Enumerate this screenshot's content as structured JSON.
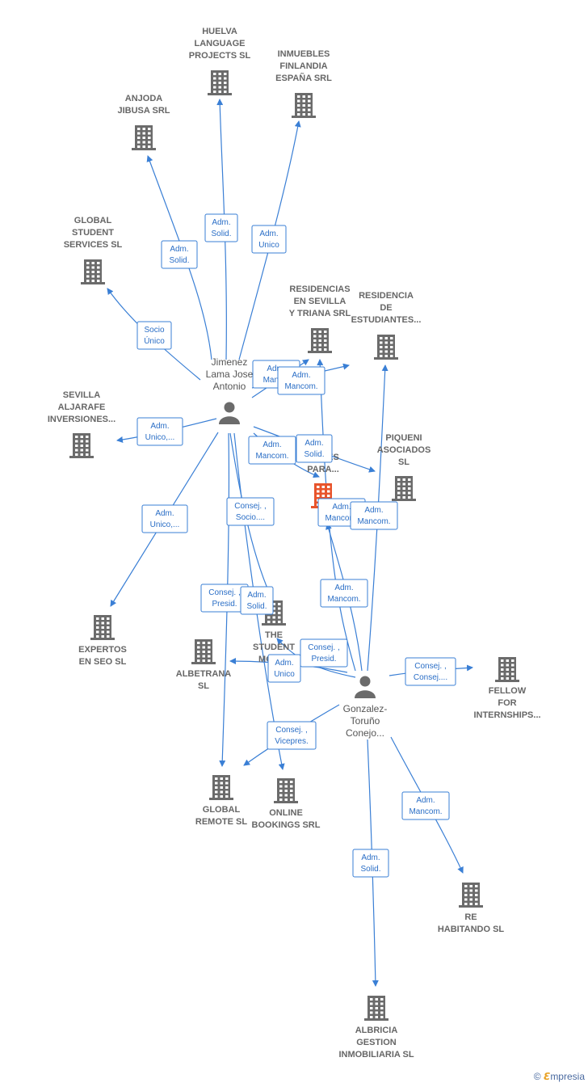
{
  "companies": [
    {
      "id": "huelva",
      "lines": [
        "HUELVA",
        "LANGUAGE",
        "PROJECTS  SL"
      ],
      "highlight": false
    },
    {
      "id": "inmuebles",
      "lines": [
        "INMUEBLES",
        "FINLANDIA",
        "ESPAÑA SRL"
      ],
      "highlight": false
    },
    {
      "id": "anjoda",
      "lines": [
        "ANJODA",
        "JIBUSA SRL"
      ],
      "highlight": false
    },
    {
      "id": "global_student",
      "lines": [
        "GLOBAL",
        "STUDENT",
        "SERVICES SL"
      ],
      "highlight": false
    },
    {
      "id": "residencias_sevilla",
      "lines": [
        "RESIDENCIAS",
        "EN SEVILLA",
        "Y TRIANA SRL"
      ],
      "highlight": false
    },
    {
      "id": "residencia_estudiantes",
      "lines": [
        "RESIDENCIA",
        "DE",
        "ESTUDIANTES..."
      ],
      "highlight": false
    },
    {
      "id": "sevilla_aljarafe",
      "lines": [
        "SEVILLA",
        "ALJARAFE",
        "INVERSIONES..."
      ],
      "highlight": false
    },
    {
      "id": "piqueni",
      "lines": [
        "PIQUENI",
        "ASOCIADOS",
        "SL"
      ],
      "highlight": false
    },
    {
      "id": "main",
      "lines": [
        "...S",
        "...ADES",
        "PARA..."
      ],
      "highlight": true
    },
    {
      "id": "expertos",
      "lines": [
        "EXPERTOS",
        "EN SEO  SL"
      ],
      "highlight": false
    },
    {
      "id": "albetrana",
      "lines": [
        "ALBETRANA",
        "SL"
      ],
      "highlight": false
    },
    {
      "id": "the_student",
      "lines": [
        "THE",
        "STUDENT",
        "MOBI..."
      ],
      "highlight": false
    },
    {
      "id": "fellow",
      "lines": [
        "FELLOW",
        "FOR",
        "INTERNSHIPS..."
      ],
      "highlight": false
    },
    {
      "id": "global_remote",
      "lines": [
        "GLOBAL",
        "REMOTE  SL"
      ],
      "highlight": false
    },
    {
      "id": "online_bookings",
      "lines": [
        "ONLINE",
        "BOOKINGS SRL"
      ],
      "highlight": false
    },
    {
      "id": "re_habitando",
      "lines": [
        "RE",
        "HABITANDO SL"
      ],
      "highlight": false
    },
    {
      "id": "albricia",
      "lines": [
        "ALBRICIA",
        "GESTION",
        "INMOBILIARIA SL"
      ],
      "highlight": false
    }
  ],
  "persons": [
    {
      "id": "jimenez",
      "lines": [
        "Jimenez",
        "Lama Jose",
        "Antonio"
      ]
    },
    {
      "id": "gonzalez",
      "lines": [
        "Gonzalez-",
        "Toruño",
        "Conejo..."
      ]
    }
  ],
  "relations": [
    {
      "id": "r1",
      "lines": [
        "Adm.",
        "Solid."
      ]
    },
    {
      "id": "r2",
      "lines": [
        "Adm.",
        "Unico"
      ]
    },
    {
      "id": "r3",
      "lines": [
        "Adm.",
        "Solid."
      ]
    },
    {
      "id": "r4",
      "lines": [
        "Socio",
        "Único"
      ]
    },
    {
      "id": "r5",
      "lines": [
        "Adm.",
        "Manc..."
      ]
    },
    {
      "id": "r6",
      "lines": [
        "Adm.",
        "Mancom."
      ]
    },
    {
      "id": "r7",
      "lines": [
        "Adm.",
        "Unico,..."
      ]
    },
    {
      "id": "r8",
      "lines": [
        "Adm.",
        "Mancom."
      ]
    },
    {
      "id": "r9",
      "lines": [
        "Adm.",
        "Solid."
      ]
    },
    {
      "id": "r10",
      "lines": [
        "Adm.",
        "Unico,..."
      ]
    },
    {
      "id": "r11",
      "lines": [
        "Consej. ,",
        "Socio...."
      ]
    },
    {
      "id": "r12",
      "lines": [
        "Adm.",
        "Mancom."
      ]
    },
    {
      "id": "r13",
      "lines": [
        "Adm.",
        "Mancom."
      ]
    },
    {
      "id": "r14",
      "lines": [
        "Adm.",
        "Mancom."
      ]
    },
    {
      "id": "r15",
      "lines": [
        "Consej. ,",
        "Presid."
      ]
    },
    {
      "id": "r16",
      "lines": [
        "Adm.",
        "Solid."
      ]
    },
    {
      "id": "r17",
      "lines": [
        "Consej. ,",
        "Presid."
      ]
    },
    {
      "id": "r18",
      "lines": [
        "Adm.",
        "Unico"
      ]
    },
    {
      "id": "r19",
      "lines": [
        "Consej. ,",
        "Consej...."
      ]
    },
    {
      "id": "r20",
      "lines": [
        "Consej. ,",
        "Vicepres."
      ]
    },
    {
      "id": "r21",
      "lines": [
        "Adm.",
        "Mancom."
      ]
    },
    {
      "id": "r22",
      "lines": [
        "Adm.",
        "Solid."
      ]
    }
  ],
  "colors": {
    "edge": "#3a7fd5",
    "building": "#6b6b6b",
    "highlight": "#e8542c",
    "person": "#6b6b6b"
  },
  "watermark": {
    "symbol": "©",
    "brand_initial": "ℇ",
    "brand_rest": "mpresia"
  }
}
